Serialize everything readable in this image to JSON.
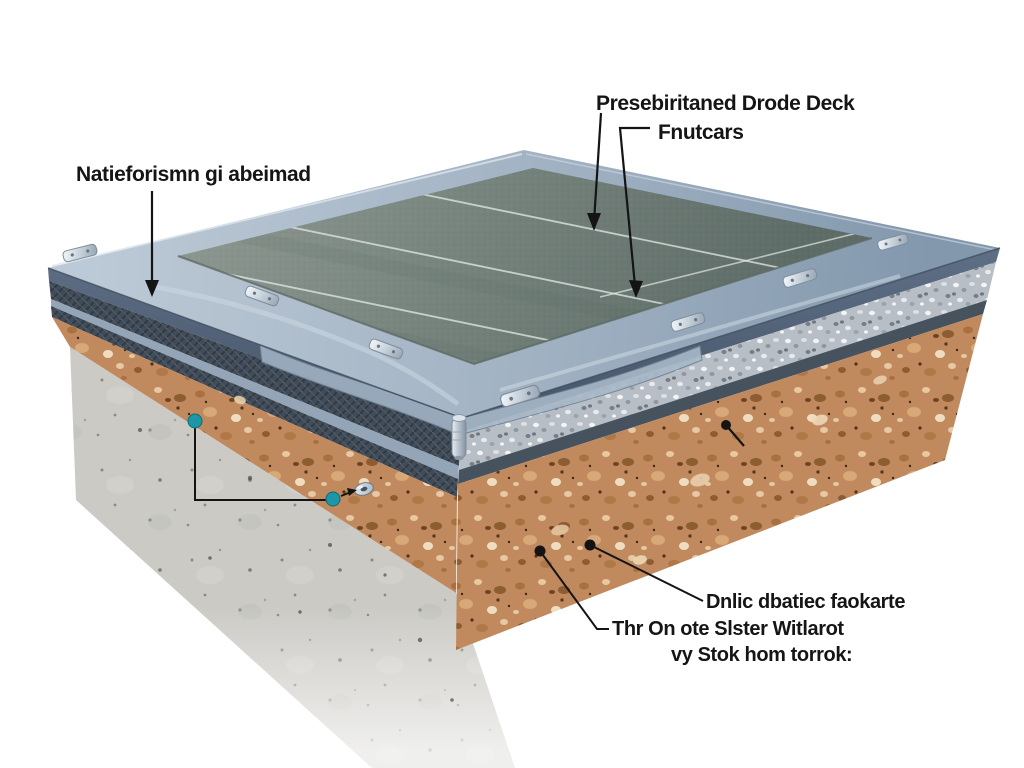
{
  "diagram": {
    "background": "#ffffff",
    "labels": {
      "top_primary": "Presebiritaned Drode Deck",
      "top_secondary": "Fnutcars",
      "left": "Natieforismn gi abeimad",
      "bottom_line1": "Dnlic dbatiec faokarte",
      "bottom_line2": "Thr On ote Slster Witlarot",
      "bottom_line3": "vy Stok hom torrok:"
    },
    "colors": {
      "membrane": "#76837d",
      "flashing": "#a4b5c5",
      "fascia_cap": "#4f6076",
      "mesh_band": "#414c58",
      "trim": "#93a5b7",
      "gravel": "#b8bec5",
      "aggregate": "#c18a5e",
      "concrete": "#cbcac5",
      "metal": "#d9e0e7",
      "marker_teal": "#1d96a5",
      "annotation": "#141414",
      "text": "#151515"
    }
  }
}
